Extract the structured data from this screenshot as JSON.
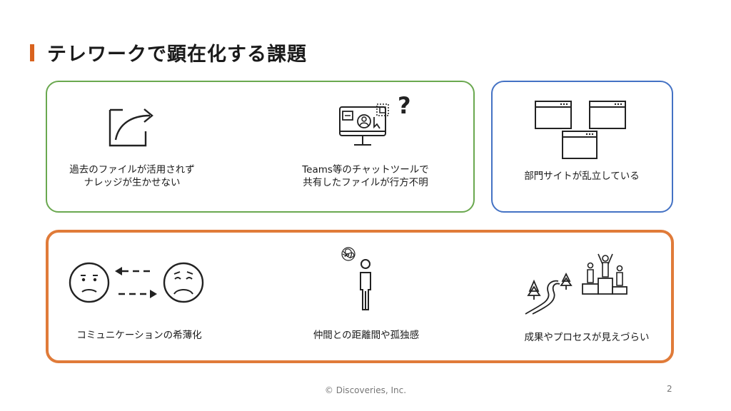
{
  "title": "テレワークで顕在化する課題",
  "issues": {
    "file_share": "過去のファイルが活用されず\nナレッジが生かせない",
    "teams": "Teams等のチャットツールで\n共有したファイルが行方不明",
    "sites": "部門サイトが乱立している",
    "communication": "コミュニケーションの希薄化",
    "isolation": "仲間との距離間や孤独感",
    "results": "成果やプロセスが見えづらい"
  },
  "question_mark": "?",
  "footer": "© Discoveries, Inc.",
  "page_number": "2",
  "colors": {
    "accent": "#d9631e",
    "green": "#6aa84f",
    "blue": "#4472c4",
    "orange": "#e07b39"
  }
}
